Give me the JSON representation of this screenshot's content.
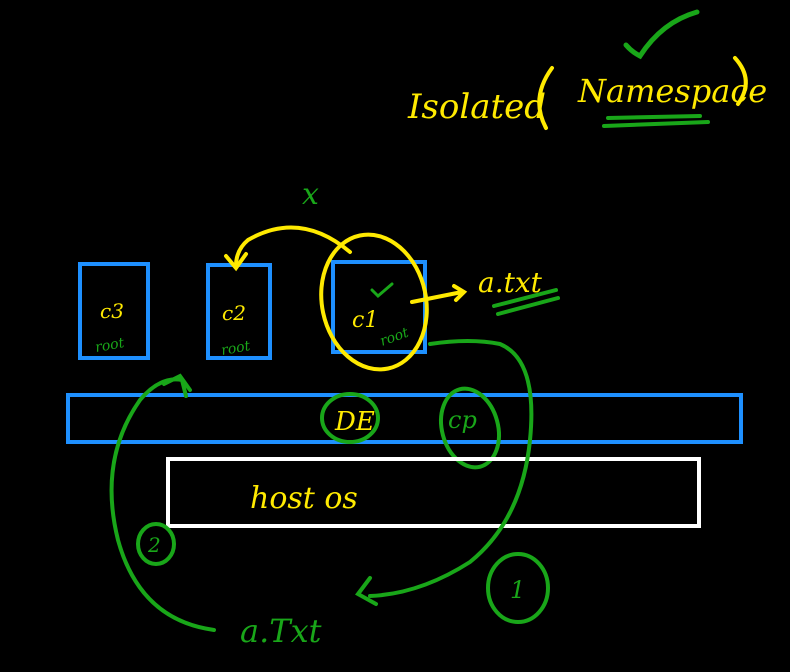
{
  "colors": {
    "background": "#000000",
    "yellow_ink": "#ffea00",
    "green_ink": "#19a619",
    "container_box": "#1e90ff",
    "host_box": "#ffffff"
  },
  "title": {
    "text": "Isolated",
    "paren_text": "Namespace"
  },
  "containers": [
    {
      "id": "c3",
      "label": "c3",
      "owner": "root"
    },
    {
      "id": "c2",
      "label": "c2",
      "owner": "root"
    },
    {
      "id": "c1",
      "label": "c1",
      "owner": "root"
    }
  ],
  "runtime_bar": {
    "label": "DE"
  },
  "host": {
    "label": "host os"
  },
  "annotations": {
    "x_mark": "x",
    "c1_file": "a.txt",
    "host_file": "a.Txt",
    "step_1": "1",
    "step_2": "2",
    "cp_label": "cp"
  }
}
